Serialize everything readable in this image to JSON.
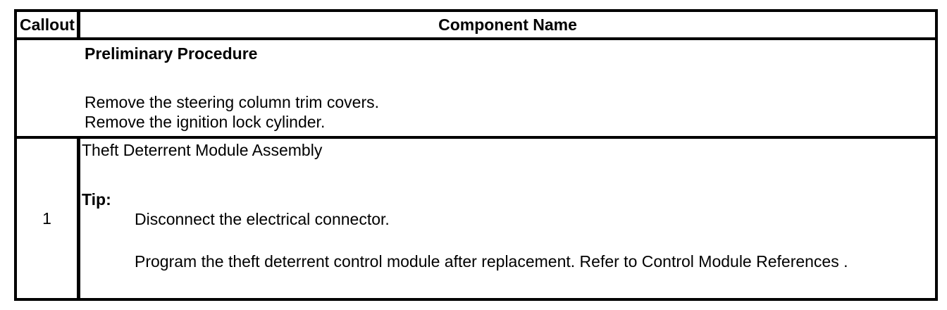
{
  "table": {
    "header": {
      "callout_label": "Callout",
      "component_label": "Component Name"
    },
    "preliminary": {
      "title": "Preliminary Procedure",
      "steps": [
        "Remove the steering column trim covers.",
        "Remove the ignition lock cylinder."
      ]
    },
    "rows": [
      {
        "callout": "1",
        "component_name": "Theft Deterrent Module Assembly",
        "tip_label": "Tip:",
        "tips": [
          "Disconnect the electrical connector.",
          "Program the theft deterrent control module after replacement. Refer to Control Module References ."
        ]
      }
    ],
    "colors": {
      "border": "#000000",
      "text": "#000000",
      "background": "#ffffff"
    }
  }
}
